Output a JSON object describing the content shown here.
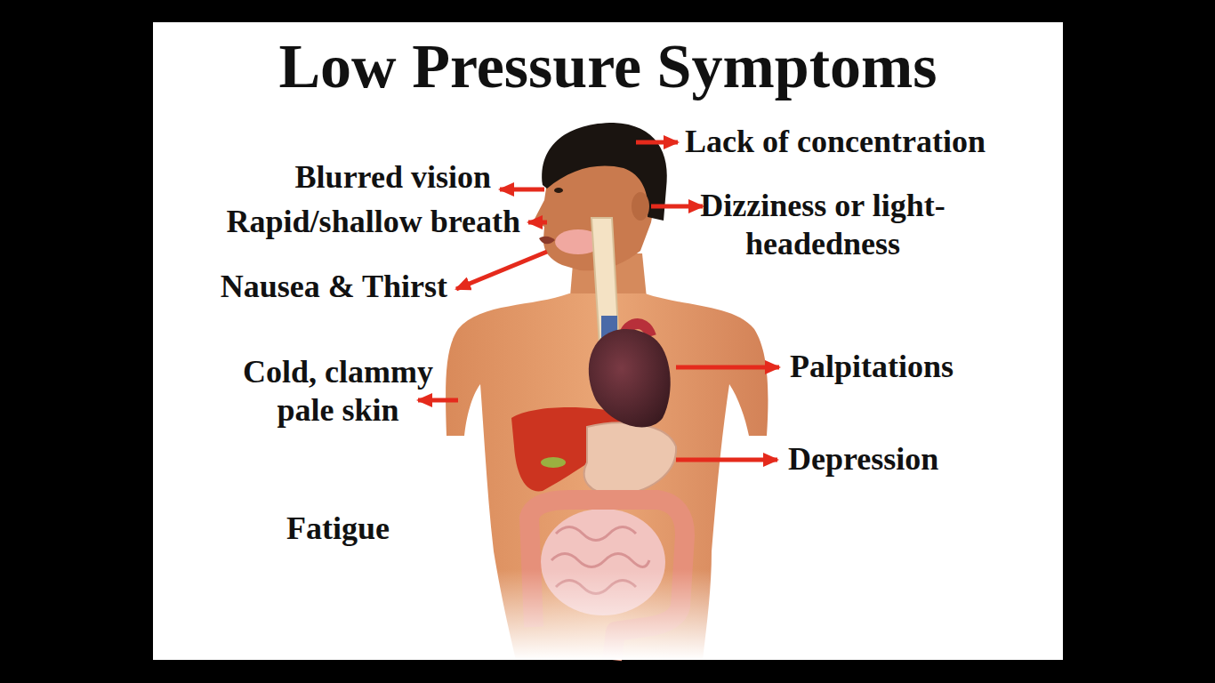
{
  "diagram": {
    "title": "Low Pressure Symptoms",
    "labels": [
      "Lack of concentration",
      "Blurred vision",
      "Dizziness or light-headedness",
      "Rapid/shallow breath",
      "Nausea & Thirst",
      "Cold, clammy pale skin",
      "Palpitations",
      "Depression",
      "Fatigue"
    ]
  }
}
